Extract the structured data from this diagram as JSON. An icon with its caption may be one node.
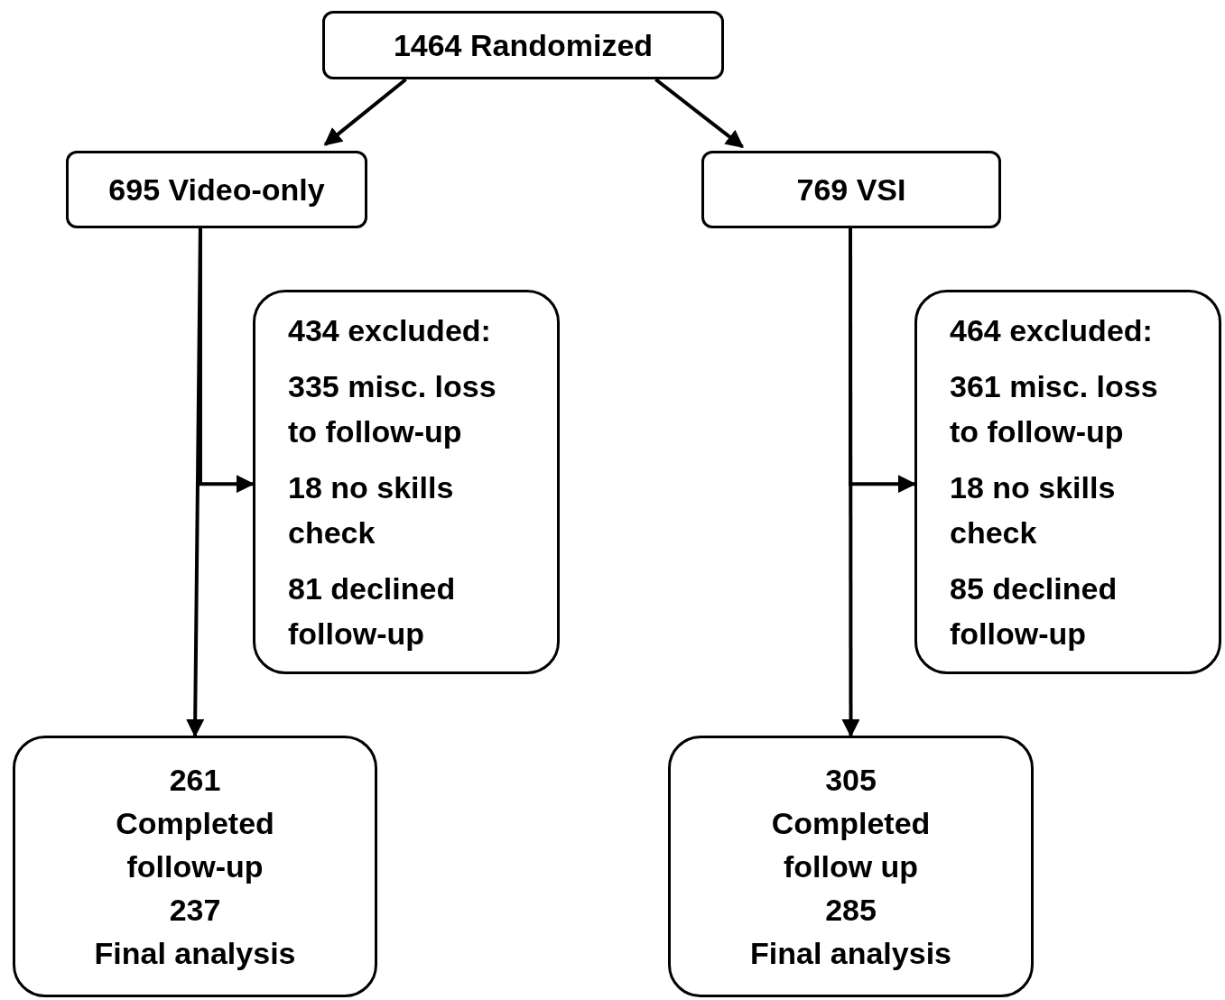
{
  "diagram": {
    "nodes": [
      {
        "text": [
          "1464 Randomized"
        ]
      },
      {
        "text": [
          "695 Video-only"
        ]
      },
      {
        "text": [
          "769 VSI"
        ]
      },
      {
        "text": [
          "434 excluded:",
          "335 misc. loss to follow-up",
          "18 no skills check",
          "81 declined follow-up"
        ]
      },
      {
        "text": [
          "261",
          "Completed follow-up",
          "237",
          "Final analysis"
        ]
      },
      {
        "text": [
          "464 excluded:",
          "361 misc. loss to follow-up",
          "18 no skills check",
          "85 declined follow-up"
        ]
      },
      {
        "text": [
          "305",
          "Completed follow up",
          "285",
          "Final analysis"
        ]
      }
    ],
    "edges": [
      {
        "from": 0,
        "to": 1,
        "arrow": "to"
      },
      {
        "from": 0,
        "to": 2,
        "arrow": "to"
      },
      {
        "from": 1,
        "to": 4,
        "arrow": "to"
      },
      {
        "from": 1,
        "to": 3,
        "arrow": "to"
      },
      {
        "from": 2,
        "to": 6,
        "arrow": "to"
      },
      {
        "from": 2,
        "to": 5,
        "arrow": "to"
      }
    ]
  }
}
